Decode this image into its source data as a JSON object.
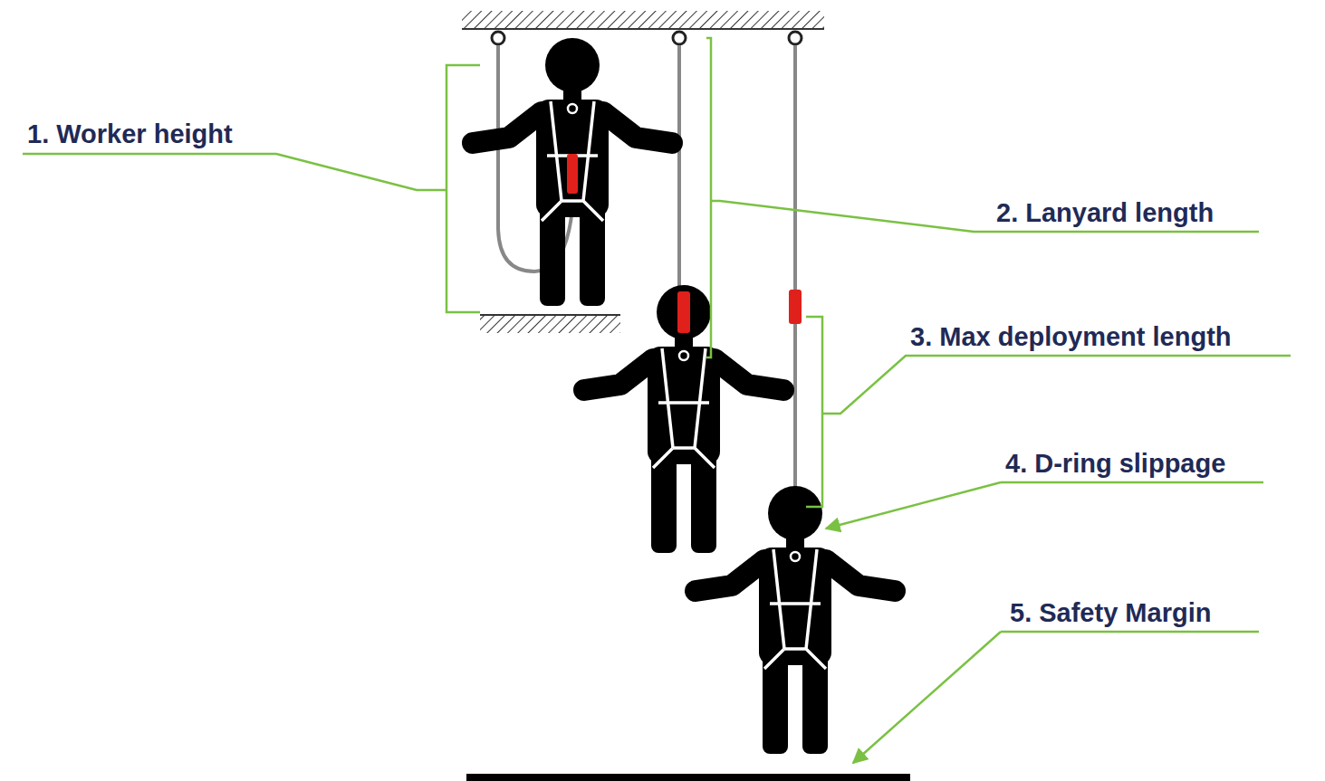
{
  "diagram": {
    "labels": [
      "1. Worker height",
      "2. Lanyard length",
      "3. Max deployment length",
      "4. D-ring slippage",
      "5. Safety Margin"
    ]
  }
}
